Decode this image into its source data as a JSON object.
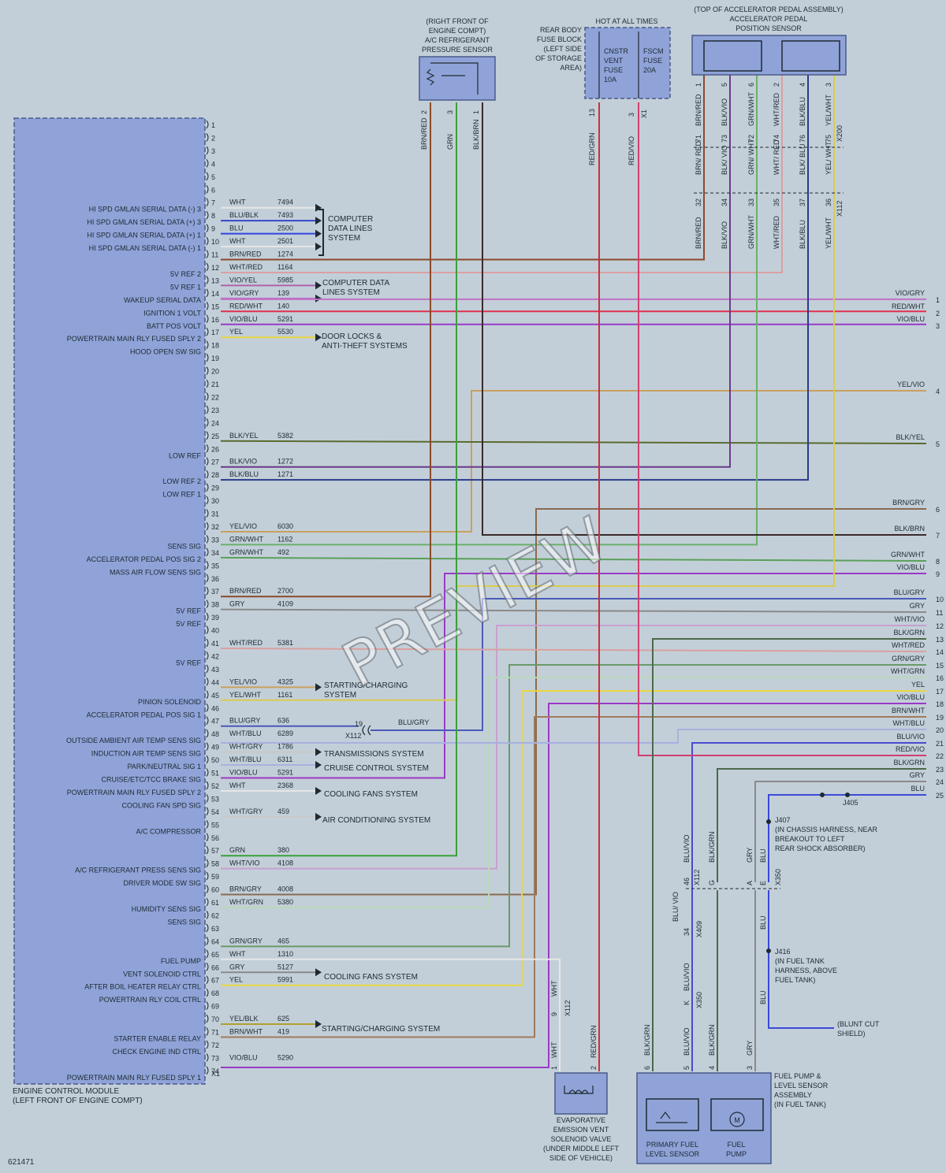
{
  "diagram_id": "621471",
  "watermark": "PREVIEW",
  "ecm": {
    "title": "ENGINE CONTROL MODULE",
    "location": "(LEFT FRONT OF ENGINE COMPT)",
    "connector": "X1"
  },
  "ecm_pins": [
    {
      "pin": "1"
    },
    {
      "pin": "2"
    },
    {
      "pin": "3"
    },
    {
      "pin": "4"
    },
    {
      "pin": "5"
    },
    {
      "pin": "6"
    },
    {
      "pin": "7",
      "label": "HI SPD GMLAN SERIAL DATA (-) 3",
      "wire": "WHT",
      "circuit": "7494",
      "color": "#e6e6e6"
    },
    {
      "pin": "8",
      "label": "HI SPD GMLAN SERIAL DATA (+) 3",
      "wire": "BLU/BLK",
      "circuit": "7493",
      "color": "#3448c8"
    },
    {
      "pin": "9",
      "label": "HI SPD GMLAN SERIAL DATA (+) 1",
      "wire": "BLU",
      "circuit": "2500",
      "color": "#2f45e0"
    },
    {
      "pin": "10",
      "label": "HI SPD GMLAN SERIAL DATA (-) 1",
      "wire": "WHT",
      "circuit": "2501",
      "color": "#e6e6e6"
    },
    {
      "pin": "11",
      "wire": "BRN/RED",
      "circuit": "1274",
      "color": "#8a4a2a"
    },
    {
      "pin": "12",
      "label": "5V REF 2",
      "wire": "WHT/RED",
      "circuit": "1164",
      "color": "#d9a0a0"
    },
    {
      "pin": "13",
      "label": "5V REF 1",
      "wire": "VIO/YEL",
      "circuit": "5985",
      "color": "#b060b0"
    },
    {
      "pin": "14",
      "label": "WAKEUP SERIAL DATA",
      "wire": "VIO/GRY",
      "circuit": "139",
      "color": "#c070c8"
    },
    {
      "pin": "15",
      "label": "IGNITION 1 VOLT",
      "wire": "RED/WHT",
      "circuit": "140",
      "color": "#e03050"
    },
    {
      "pin": "16",
      "label": "BATT POS VOLT",
      "wire": "VIO/BLU",
      "circuit": "5291",
      "color": "#9a3ac8"
    },
    {
      "pin": "17",
      "label": "POWERTRAIN MAIN RLY FUSED SPLY 2",
      "wire": "YEL",
      "circuit": "5530",
      "color": "#e8d640"
    },
    {
      "pin": "18",
      "label": "HOOD OPEN SW SIG"
    },
    {
      "pin": "19"
    },
    {
      "pin": "20"
    },
    {
      "pin": "21"
    },
    {
      "pin": "22"
    },
    {
      "pin": "23"
    },
    {
      "pin": "24"
    },
    {
      "pin": "25",
      "wire": "BLK/YEL",
      "circuit": "5382",
      "color": "#5a6a30"
    },
    {
      "pin": "26",
      "label": "LOW REF"
    },
    {
      "pin": "27",
      "wire": "BLK/VIO",
      "circuit": "1272",
      "color": "#6a3a8a"
    },
    {
      "pin": "28",
      "label": "LOW REF 2",
      "wire": "BLK/BLU",
      "circuit": "1271",
      "color": "#2a3a8a"
    },
    {
      "pin": "29",
      "label": "LOW REF 1"
    },
    {
      "pin": "30"
    },
    {
      "pin": "31"
    },
    {
      "pin": "32",
      "wire": "YEL/VIO",
      "circuit": "6030",
      "color": "#c8a060"
    },
    {
      "pin": "33",
      "label": "SENS SIG",
      "wire": "GRN/WHT",
      "circuit": "1162",
      "color": "#6ab06a"
    },
    {
      "pin": "34",
      "label": "ACCELERATOR PEDAL POS SIG 2",
      "wire": "GRN/WHT",
      "circuit": "492",
      "color": "#5aa05a"
    },
    {
      "pin": "35",
      "label": "MASS AIR FLOW SENS SIG"
    },
    {
      "pin": "36"
    },
    {
      "pin": "37",
      "wire": "BRN/RED",
      "circuit": "2700",
      "color": "#8a4a2a"
    },
    {
      "pin": "38",
      "label": "5V REF",
      "wire": "GRY",
      "circuit": "4109",
      "color": "#8a8a8a"
    },
    {
      "pin": "39",
      "label": "5V REF"
    },
    {
      "pin": "40"
    },
    {
      "pin": "41",
      "wire": "WHT/RED",
      "circuit": "5381",
      "color": "#d9a0a0"
    },
    {
      "pin": "42",
      "label": "5V REF"
    },
    {
      "pin": "43"
    },
    {
      "pin": "44",
      "wire": "YEL/VIO",
      "circuit": "4325",
      "color": "#c8a060"
    },
    {
      "pin": "45",
      "label": "PINION SOLENOID",
      "wire": "YEL/WHT",
      "circuit": "1161",
      "color": "#d8cc50"
    },
    {
      "pin": "46",
      "label": "ACCELERATOR PEDAL POS SIG 1"
    },
    {
      "pin": "47",
      "wire": "BLU/GRY",
      "circuit": "636",
      "color": "#4a5ab8"
    },
    {
      "pin": "48",
      "label": "OUTSIDE AMBIENT AIR TEMP SENS SIG",
      "wire": "WHT/BLU",
      "circuit": "6289",
      "color": "#a8b0e0"
    },
    {
      "pin": "49",
      "label": "INDUCTION AIR TEMP SENS SIG",
      "wire": "WHT/GRY",
      "circuit": "1786",
      "color": "#c8c8c8"
    },
    {
      "pin": "50",
      "label": "PARK/NEUTRAL SIG 1",
      "wire": "WHT/BLU",
      "circuit": "6311",
      "color": "#a8b0e0"
    },
    {
      "pin": "51",
      "label": "CRUISE/ETC/TCC BRAKE SIG",
      "wire": "VIO/BLU",
      "circuit": "5291",
      "color": "#9a3ac8"
    },
    {
      "pin": "52",
      "label": "POWERTRAIN MAIN RLY FUSED SPLY 2",
      "wire": "WHT",
      "circuit": "2368",
      "color": "#e6e6e6"
    },
    {
      "pin": "53",
      "label": "COOLING FAN SPD SIG"
    },
    {
      "pin": "54",
      "wire": "WHT/GRY",
      "circuit": "459",
      "color": "#c8c8c8"
    },
    {
      "pin": "55",
      "label": "A/C COMPRESSOR"
    },
    {
      "pin": "56"
    },
    {
      "pin": "57",
      "wire": "GRN",
      "circuit": "380",
      "color": "#3aa03a"
    },
    {
      "pin": "58",
      "label": "A/C REFRIGERANT PRESS SENS SIG",
      "wire": "WHT/VIO",
      "circuit": "4108",
      "color": "#c8a0d0"
    },
    {
      "pin": "59",
      "label": "DRIVER MODE SW SIG"
    },
    {
      "pin": "60",
      "wire": "BRN/GRY",
      "circuit": "4008",
      "color": "#8a6a50"
    },
    {
      "pin": "61",
      "label": "HUMIDITY SENS SIG",
      "wire": "WHT/GRN",
      "circuit": "5380",
      "color": "#b8d8b8"
    },
    {
      "pin": "62",
      "label": "SENS SIG"
    },
    {
      "pin": "63"
    },
    {
      "pin": "64",
      "wire": "GRN/GRY",
      "circuit": "465",
      "color": "#6a9a6a"
    },
    {
      "pin": "65",
      "label": "FUEL PUMP",
      "wire": "WHT",
      "circuit": "1310",
      "color": "#e6e6e6"
    },
    {
      "pin": "66",
      "label": "VENT SOLENOID CTRL",
      "wire": "GRY",
      "circuit": "5127",
      "color": "#8a8a8a"
    },
    {
      "pin": "67",
      "label": "AFTER BOIL HEATER RELAY CTRL",
      "wire": "YEL",
      "circuit": "5991",
      "color": "#e8d640"
    },
    {
      "pin": "68",
      "label": "POWERTRAIN RLY COIL CTRL"
    },
    {
      "pin": "69"
    },
    {
      "pin": "70",
      "wire": "YEL/BLK",
      "circuit": "625",
      "color": "#b0a030"
    },
    {
      "pin": "71",
      "label": "STARTER ENABLE RELAY",
      "wire": "BRN/WHT",
      "circuit": "419",
      "color": "#a07a5a"
    },
    {
      "pin": "72",
      "label": "CHECK ENGINE IND CTRL"
    },
    {
      "pin": "73",
      "wire": "VIO/BLU",
      "circuit": "5290",
      "color": "#9a3ac8"
    },
    {
      "pin": "74",
      "label": "POWERTRAIN MAIN RLY FUSED SPLY 1"
    }
  ],
  "system_refs": [
    {
      "lines": [
        "COMPUTER",
        "DATA LINES",
        "SYSTEM"
      ]
    },
    {
      "lines": [
        "COMPUTER DATA",
        "LINES SYSTEM"
      ]
    },
    {
      "lines": [
        "DOOR LOCKS &",
        "ANTI-THEFT SYSTEMS"
      ]
    },
    {
      "lines": [
        "STARTING/CHARGING",
        "SYSTEM"
      ]
    },
    {
      "lines": [
        "TRANSMISSIONS SYSTEM"
      ]
    },
    {
      "lines": [
        "CRUISE CONTROL SYSTEM"
      ]
    },
    {
      "lines": [
        "COOLING FANS SYSTEM"
      ]
    },
    {
      "lines": [
        "AIR CONDITIONING SYSTEM"
      ]
    },
    {
      "lines": [
        "COOLING FANS SYSTEM"
      ]
    },
    {
      "lines": [
        "STARTING/CHARGING SYSTEM"
      ]
    }
  ],
  "ac_sensor": {
    "lines": [
      "(RIGHT FRONT OF",
      "ENGINE COMPT)",
      "A/C REFRIGERANT",
      "PRESSURE SENSOR"
    ],
    "pins": [
      {
        "wire": "BRN/RED",
        "pin": "2"
      },
      {
        "wire": "GRN",
        "pin": "3"
      },
      {
        "wire": "BLK/BRN",
        "pin": "1"
      }
    ]
  },
  "fuse_block": {
    "hot_label": "HOT AT ALL TIMES",
    "lines": [
      "REAR BODY",
      "FUSE BLOCK",
      "(LEFT SIDE",
      "OF STORAGE",
      "AREA)"
    ],
    "fuse1": [
      "CNSTR",
      "VENT",
      "FUSE",
      "10A"
    ],
    "fuse2": [
      "FSCM",
      "FUSE",
      "20A"
    ],
    "pins": [
      {
        "wire": "RED/GRN",
        "pin": "13"
      },
      {
        "wire": "RED/VIO",
        "pin": "3"
      }
    ],
    "connector": "X1"
  },
  "pedal_sensor": {
    "lines": [
      "(TOP OF ACCELERATOR PEDAL ASSEMBLY)",
      "ACCELERATOR PEDAL",
      "POSITION SENSOR"
    ],
    "pins": [
      {
        "wire": "BRN/RED",
        "pin": "1",
        "mid": "BRN/ RED",
        "p1": "71",
        "p2": "32",
        "lower": "BRN/RED"
      },
      {
        "wire": "BLK/VIO",
        "pin": "5",
        "mid": "BLK/ VIO",
        "p1": "73",
        "p2": "34",
        "lower": "BLK/VIO"
      },
      {
        "wire": "GRN/WHT",
        "pin": "6",
        "mid": "GRN/ WHT",
        "p1": "72",
        "p2": "33",
        "lower": "GRN/WHT"
      },
      {
        "wire": "WHT/RED",
        "pin": "2",
        "mid": "WHT/ RED",
        "p1": "74",
        "p2": "35",
        "lower": "WHT/RED"
      },
      {
        "wire": "BLK/BLU",
        "pin": "4",
        "mid": "BLK/ BLU",
        "p1": "76",
        "p2": "37",
        "lower": "BLK/BLU"
      },
      {
        "wire": "YEL/WHT",
        "pin": "3",
        "mid": "YEL/ WHT",
        "p1": "75",
        "p2": "36",
        "lower": "YEL/WHT"
      }
    ],
    "connector_upper": "X200",
    "connector_lower": "X112"
  },
  "right_terminals": [
    {
      "n": "1",
      "wire": "VIO/GRY"
    },
    {
      "n": "2",
      "wire": "RED/WHT"
    },
    {
      "n": "3",
      "wire": "VIO/BLU"
    },
    {
      "n": "4",
      "wire": "YEL/VIO"
    },
    {
      "n": "5",
      "wire": "BLK/YEL"
    },
    {
      "n": "6",
      "wire": "BRN/GRY"
    },
    {
      "n": "7",
      "wire": "BLK/BRN"
    },
    {
      "n": "8",
      "wire": "GRN/WHT"
    },
    {
      "n": "9",
      "wire": "VIO/BLU"
    },
    {
      "n": "10",
      "wire": "BLU/GRY"
    },
    {
      "n": "11",
      "wire": "GRY"
    },
    {
      "n": "12",
      "wire": "WHT/VIO"
    },
    {
      "n": "13",
      "wire": "BLK/GRN"
    },
    {
      "n": "14",
      "wire": "WHT/RED"
    },
    {
      "n": "15",
      "wire": "GRN/GRY"
    },
    {
      "n": "16",
      "wire": "WHT/GRN"
    },
    {
      "n": "17",
      "wire": "YEL"
    },
    {
      "n": "18",
      "wire": "VIO/BLU"
    },
    {
      "n": "19",
      "wire": "BRN/WHT"
    },
    {
      "n": "20",
      "wire": "WHT/BLU"
    },
    {
      "n": "21",
      "wire": "BLU/VIO"
    },
    {
      "n": "22",
      "wire": "RED/VIO"
    },
    {
      "n": "23",
      "wire": "BLK/GRN"
    },
    {
      "n": "24",
      "wire": "GRY"
    },
    {
      "n": "25",
      "wire": "BLU"
    }
  ],
  "inline": {
    "pin": "19",
    "connector": "X112",
    "wire": "BLU/GRY"
  },
  "splices": {
    "j405": "J405",
    "j407": [
      "J407",
      "(IN CHASSIS HARNESS, NEAR",
      "BREAKOUT TO LEFT",
      "REAR SHOCK ABSORBER)"
    ],
    "j416": [
      "J416",
      "(IN FUEL TANK",
      "HARNESS, ABOVE",
      "FUEL TANK)"
    ],
    "blunt": [
      "(BLUNT CUT",
      "SHIELD)"
    ]
  },
  "fuel_connectors": {
    "x112": {
      "pins": [
        "46",
        "G",
        "A"
      ],
      "wires": [
        "BLU/VIO",
        "BLK/GRN",
        "GRY"
      ],
      "name": "X112"
    },
    "x350": {
      "pins": [
        "E"
      ],
      "wires": [
        "BLU"
      ],
      "name": "X350"
    },
    "x409": {
      "pin": "34",
      "wire": "BLU/ VIO",
      "name": "X409"
    },
    "x350b": {
      "pin": "K",
      "wire": "BLU/VIO",
      "name": "X350"
    },
    "evap_wht": {
      "pin": "9",
      "wire": "WHT",
      "name": "X112"
    }
  },
  "evap_valve": {
    "lines": [
      "EVAPORATIVE",
      "EMISSION VENT",
      "SOLENOID VALVE",
      "(UNDER MIDDLE LEFT",
      "SIDE OF VEHICLE)"
    ],
    "pins": [
      {
        "wire": "WHT",
        "pin": "1"
      },
      {
        "wire": "RED/GRN",
        "pin": "2"
      }
    ]
  },
  "fuel_pump": {
    "lines": [
      "FUEL PUMP &",
      "LEVEL SENSOR",
      "ASSEMBLY",
      "(IN FUEL TANK)"
    ],
    "pins": [
      {
        "wire": "BLK/GRN",
        "pin": "6"
      },
      {
        "wire": "BLU/VIO",
        "pin": "5"
      },
      {
        "wire": "BLK/GRN",
        "pin": "4"
      },
      {
        "wire": "GRY",
        "pin": "3"
      }
    ],
    "level_sensor": [
      "PRIMARY FUEL",
      "LEVEL SENSOR"
    ],
    "pump": [
      "FUEL",
      "PUMP"
    ]
  },
  "colors": {
    "ecm_fill": "#8fa3d8",
    "ecm_border": "#4a5a8a",
    "module_fill": "#8fa3d8",
    "background": "#c3cfd8"
  }
}
